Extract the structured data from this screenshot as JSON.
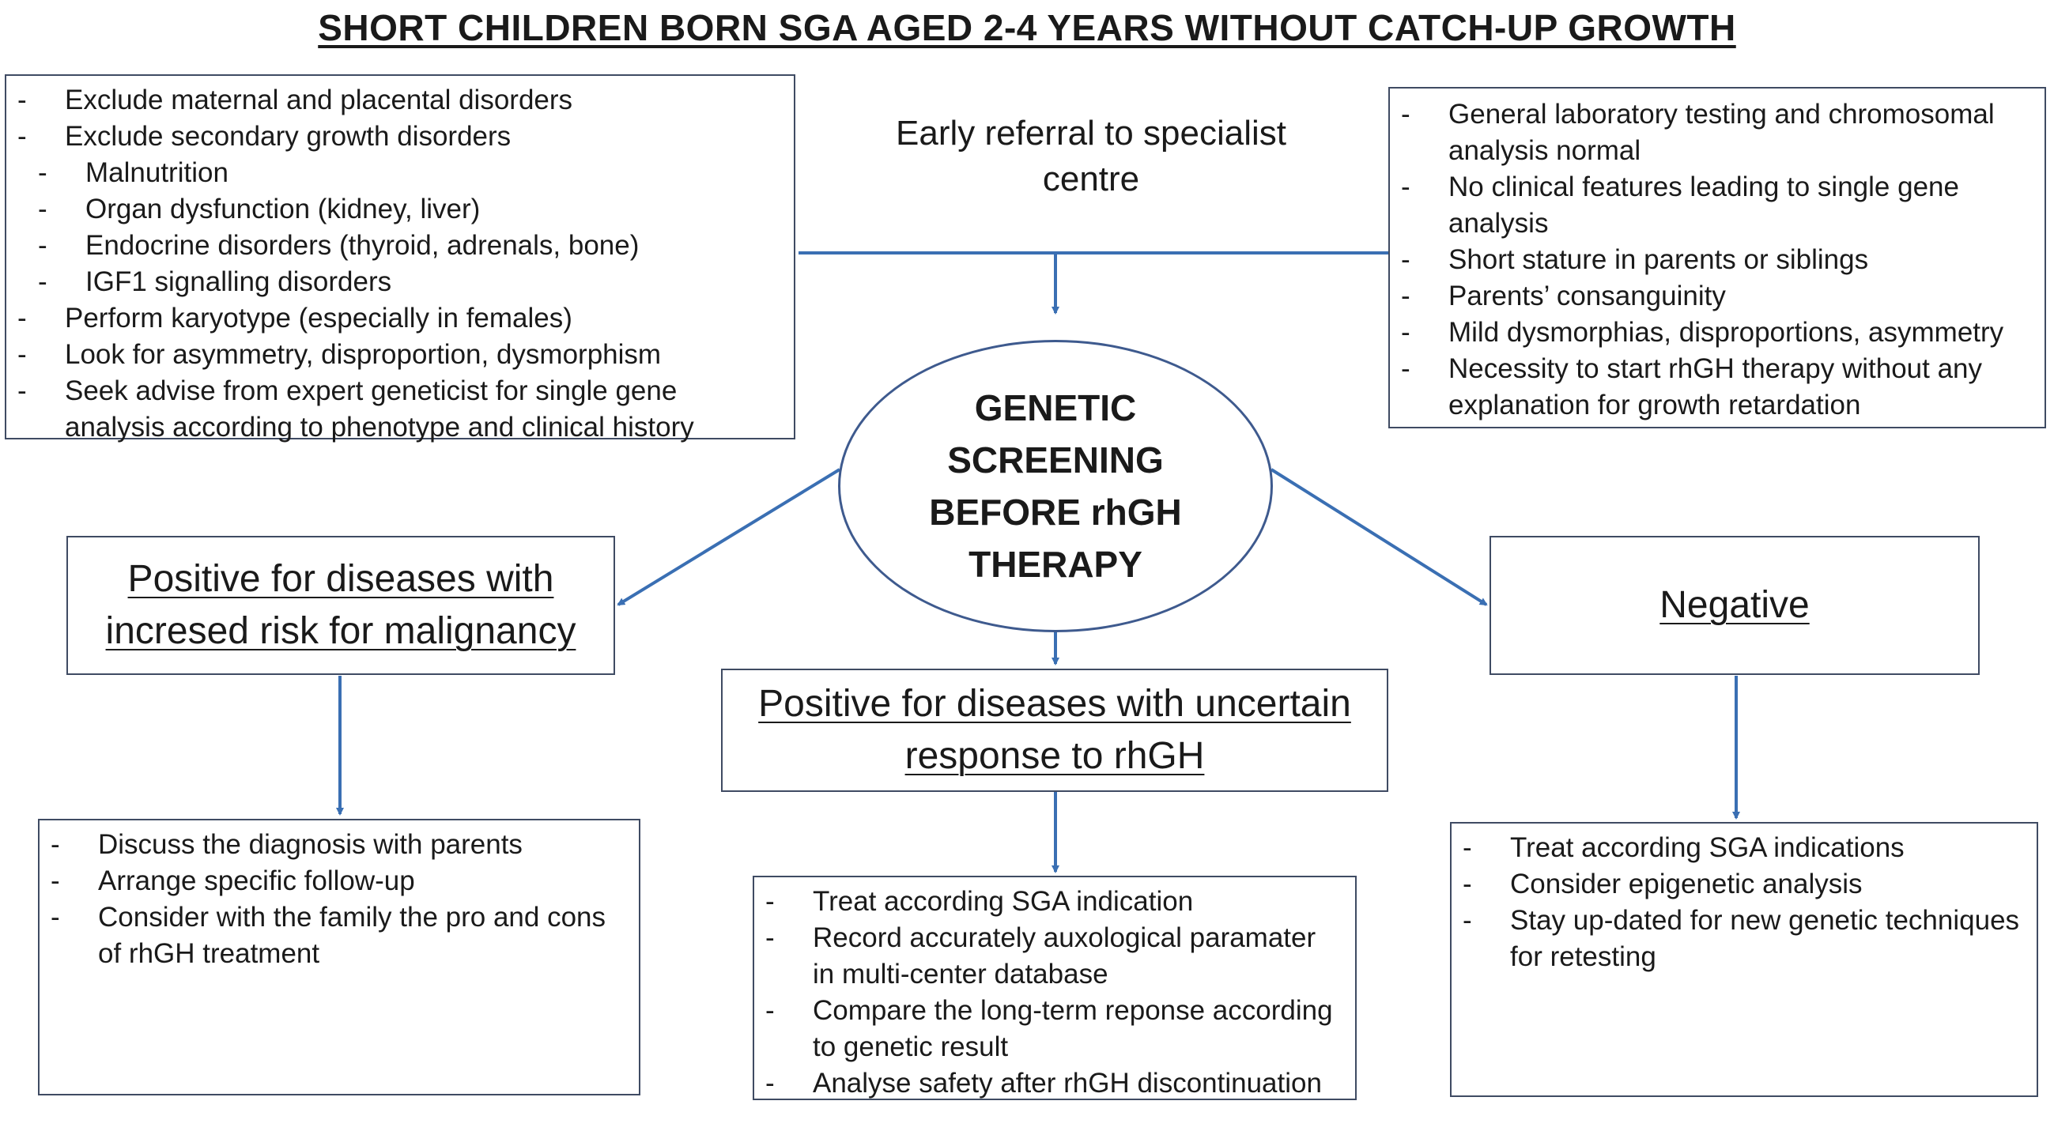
{
  "title": "SHORT CHILDREN BORN SGA AGED 2-4 YEARS WITHOUT CATCH-UP GROWTH",
  "early_referral": "Early referral to specialist centre",
  "left_box": {
    "items": [
      "Exclude maternal and placental disorders",
      "Exclude secondary growth disorders"
    ],
    "sub_items": [
      "Malnutrition",
      "Organ dysfunction (kidney, liver)",
      "Endocrine disorders (thyroid, adrenals, bone)",
      "IGF1 signalling disorders"
    ],
    "items_after": [
      "Perform karyotype (especially in females)",
      "Look for asymmetry, disproportion, dysmorphism",
      "Seek advise from expert geneticist for single gene analysis according to phenotype and clinical history"
    ]
  },
  "right_box": {
    "items": [
      "General laboratory testing and chromosomal analysis normal",
      "No clinical features leading to single gene analysis",
      "Short stature in parents or siblings",
      "Parents’ consanguinity",
      "Mild dysmorphias, disproportions, asymmetry",
      "Necessity to start rhGH therapy without any explanation for growth retardation"
    ]
  },
  "center": "GENETIC SCREENING BEFORE rhGH THERAPY",
  "outcomes": {
    "malignancy": "Positive for diseases with incresed risk for malignancy",
    "uncertain": "Positive for diseases with uncertain response to rhGH",
    "negative": "Negative"
  },
  "actions": {
    "malignancy": [
      "Discuss the diagnosis with parents",
      "Arrange specific follow-up",
      "Consider with the family the pro and cons of rhGH treatment"
    ],
    "uncertain": [
      "Treat according SGA indication",
      "Record accurately auxological paramater in multi-center database",
      "Compare the long-term reponse according to genetic result",
      "Analyse safety after rhGH discontinuation"
    ],
    "negative": [
      "Treat according SGA indications",
      "Consider epigenetic analysis",
      "Stay up-dated for new genetic techniques for retesting"
    ]
  },
  "colors": {
    "connector": "#3a6fb3",
    "border": "#3f4b63",
    "ellipse": "#3e5a8e"
  }
}
